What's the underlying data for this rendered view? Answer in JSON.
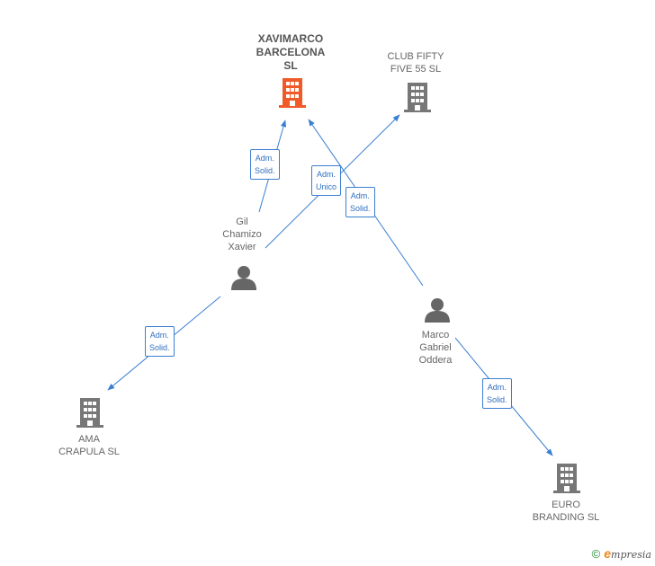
{
  "colors": {
    "edge": "#3a7fd0",
    "company_main": "#f05a28",
    "company": "#777777",
    "person": "#666666"
  },
  "nodes": {
    "xavimarco": {
      "label": "XAVIMARCO\nBARCELONA\nSL",
      "icon": "building-icon"
    },
    "clubfifty": {
      "label": "CLUB FIFTY\nFIVE 55  SL",
      "icon": "building-icon"
    },
    "gil": {
      "label": "Gil\nChamizo\nXavier",
      "icon": "person-icon"
    },
    "marco": {
      "label": "Marco\nGabriel\nOddera",
      "icon": "person-icon"
    },
    "ama": {
      "label": "AMA\nCRAPULA  SL",
      "icon": "building-icon"
    },
    "euro": {
      "label": "EURO\nBRANDING  SL",
      "icon": "building-icon"
    }
  },
  "edges": [
    {
      "from": "gil",
      "to": "xavimarco",
      "label": "Adm.\nSolid."
    },
    {
      "from": "gil",
      "to": "clubfifty",
      "label": "Adm.\nUnico"
    },
    {
      "from": "marco",
      "to": "xavimarco",
      "label": "Adm.\nSolid."
    },
    {
      "from": "gil",
      "to": "ama",
      "label": "Adm.\nSolid."
    },
    {
      "from": "marco",
      "to": "euro",
      "label": "Adm.\nSolid."
    }
  ],
  "footer": {
    "copyright": "©",
    "brand_initial": "e",
    "brand_rest": "mpresia"
  }
}
